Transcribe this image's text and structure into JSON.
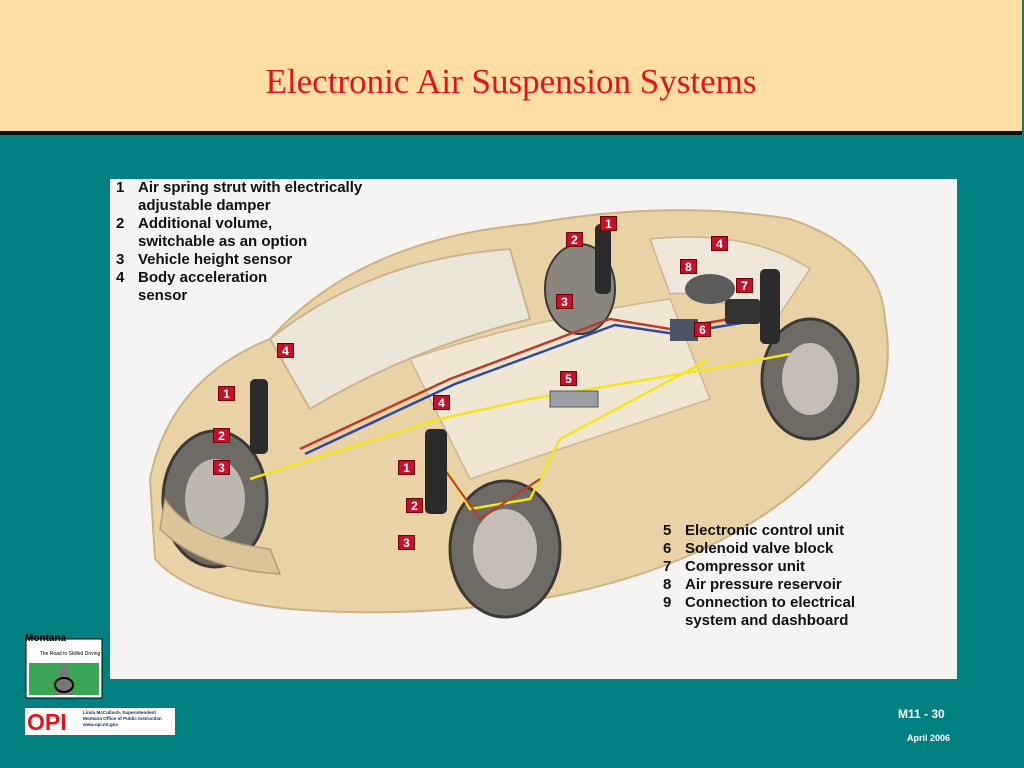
{
  "title": "Electronic Air Suspension Systems",
  "legend_top": [
    {
      "num": "1",
      "text": "Air spring strut with electrically\nadjustable damper"
    },
    {
      "num": "2",
      "text": "Additional volume,\nswitchable as an option"
    },
    {
      "num": "3",
      "text": "Vehicle height sensor"
    },
    {
      "num": "4",
      "text": "Body acceleration\nsensor"
    }
  ],
  "legend_bottom": [
    {
      "num": "5",
      "text": "Electronic control unit"
    },
    {
      "num": "6",
      "text": "Solenoid valve block"
    },
    {
      "num": "7",
      "text": "Compressor unit"
    },
    {
      "num": "8",
      "text": "Air pressure reservoir"
    },
    {
      "num": "9",
      "text": "Connection to electrical\nsystem and dashboard"
    }
  ],
  "callouts": [
    "1",
    "2",
    "3",
    "4",
    "1",
    "2",
    "3",
    "4",
    "1",
    "2",
    "3",
    "4",
    "5",
    "6",
    "7",
    "8"
  ],
  "logos": {
    "montana_word": "Montana",
    "road_text": "The Road to Skilled Driving",
    "opi_mark": "OPI",
    "opi_lines": [
      "Linda McCulloch, Superintendent",
      "Montana Office of Public Instruction",
      "www.opi.mt.gov"
    ]
  },
  "footer": {
    "slide_number": "M11 -  30",
    "date": "April 2006"
  },
  "colors": {
    "background": "#008080",
    "header": "#FFDDA3",
    "title": "#E0141E",
    "callout": "#C8102E"
  }
}
